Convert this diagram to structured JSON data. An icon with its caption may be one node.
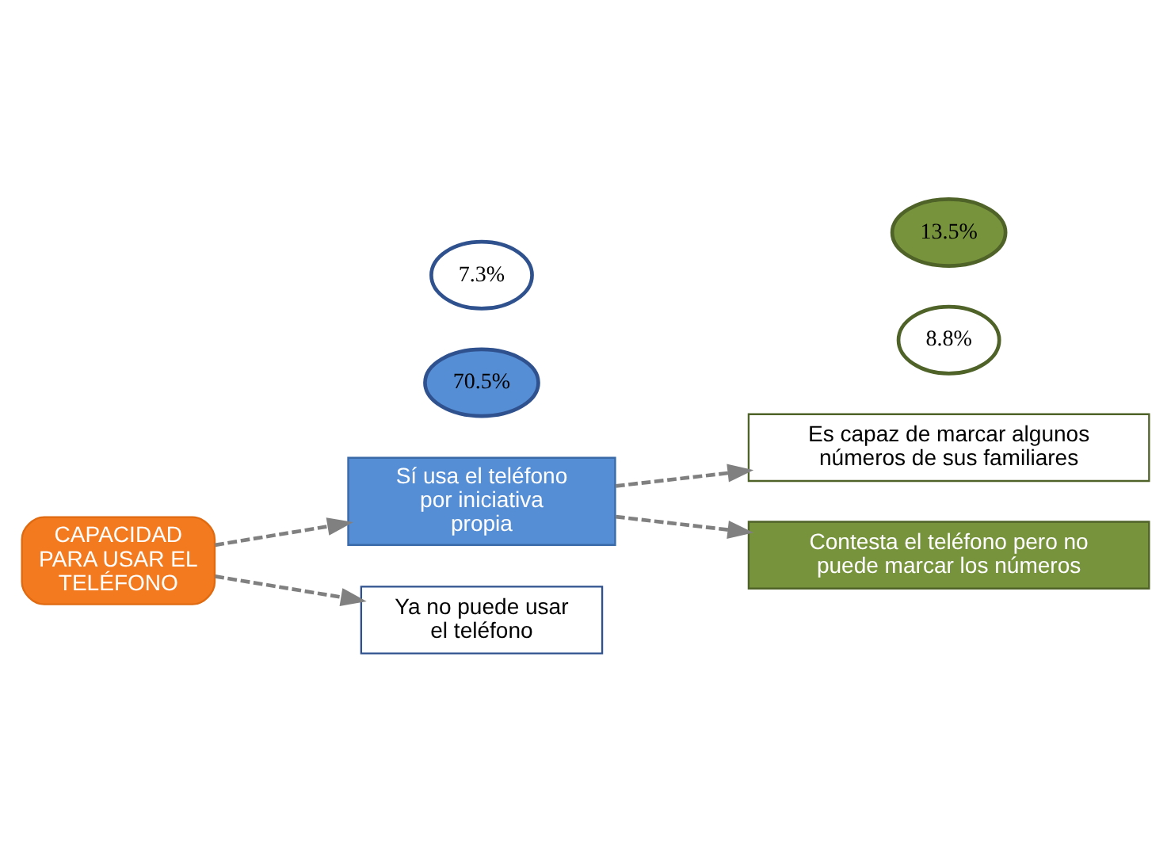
{
  "diagram": {
    "nodes": [
      {
        "text": [
          "CAPACIDAD PARA USAR EL TELÉFONO"
        ]
      },
      {
        "text": [
          "Sí usa el teléfono por iniciativa propia"
        ]
      },
      {
        "text": [
          "70.5%"
        ]
      },
      {
        "text": [
          "Es capaz de marcar algunos números de sus familiares"
        ]
      },
      {
        "text": [
          "8.8%"
        ]
      },
      {
        "text": [
          "Contesta el teléfono pero no puede marcar los números"
        ]
      },
      {
        "text": [
          "13.5%"
        ]
      },
      {
        "text": [
          "Ya no puede usar el teléfono"
        ]
      },
      {
        "text": [
          "7.3%"
        ]
      }
    ],
    "edges": [
      {
        "from": 0,
        "to": 1,
        "arrow": "to",
        "style": "dashed"
      },
      {
        "from": 0,
        "to": 7,
        "arrow": "to",
        "style": "dashed"
      },
      {
        "from": 1,
        "to": 3,
        "arrow": "to",
        "style": "dashed"
      },
      {
        "from": 1,
        "to": 5,
        "arrow": "to",
        "style": "dashed"
      }
    ]
  }
}
